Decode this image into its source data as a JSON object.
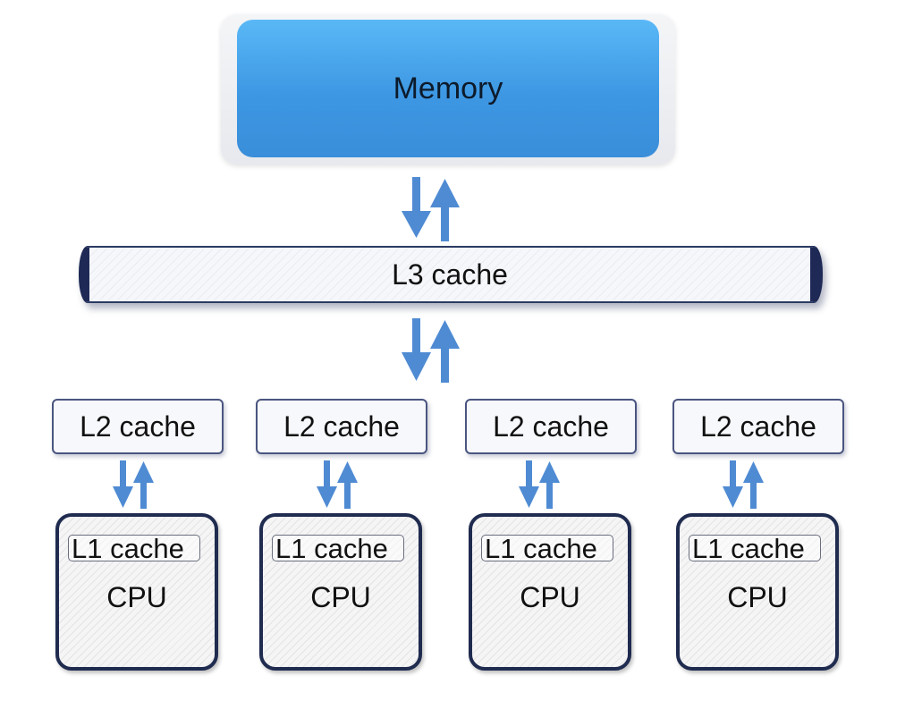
{
  "diagram": {
    "memory": {
      "label": "Memory"
    },
    "l3": {
      "label": "L3 cache"
    },
    "cores": [
      {
        "l2_label": "L2 cache",
        "l1_label": "L1 cache",
        "cpu_label": "CPU"
      },
      {
        "l2_label": "L2 cache",
        "l1_label": "L1 cache",
        "cpu_label": "CPU"
      },
      {
        "l2_label": "L2 cache",
        "l1_label": "L1 cache",
        "cpu_label": "CPU"
      },
      {
        "l2_label": "L2 cache",
        "l1_label": "L1 cache",
        "cpu_label": "CPU"
      }
    ],
    "colors": {
      "memory_fill": "#4aa6ec",
      "arrow": "#4f8bd3",
      "border_dark": "#1f2b4f"
    }
  }
}
